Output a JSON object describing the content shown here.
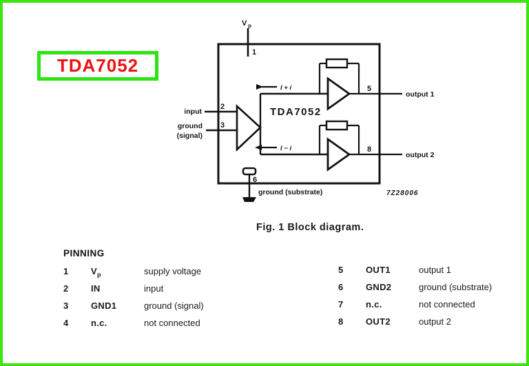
{
  "frame": {
    "border_color": "#3ce50e",
    "background": "#ffffff"
  },
  "title_box": {
    "label": "TDA7052",
    "text_color": "#ee1111",
    "border_color": "#2ee314"
  },
  "diagram": {
    "supply_label_main": "V",
    "supply_label_sub": "p",
    "pin1": "1",
    "pin2": "2",
    "pin3": "3",
    "pin5": "5",
    "pin6": "6",
    "pin8": "8",
    "input_label": "input",
    "ground_signal_line1": "ground",
    "ground_signal_line2": "(signal)",
    "ground_substrate_label": "ground (substrate)",
    "chip_label": "TDA7052",
    "current_top": "I + i",
    "current_bottom": "I − i",
    "output1_label": "output 1",
    "output2_label": "output 2",
    "drawing_code": "7Z28006",
    "caption": "Fig. 1  Block diagram."
  },
  "pinning": {
    "title": "PINNING",
    "left": [
      {
        "pin": "1",
        "sym": "V",
        "sub": "p",
        "desc": "supply voltage"
      },
      {
        "pin": "2",
        "sym": "IN",
        "sub": "",
        "desc": "input"
      },
      {
        "pin": "3",
        "sym": "GND1",
        "sub": "",
        "desc": "ground (signal)"
      },
      {
        "pin": "4",
        "sym": "n.c.",
        "sub": "",
        "desc": "not connected"
      }
    ],
    "right": [
      {
        "pin": "5",
        "sym": "OUT1",
        "sub": "",
        "desc": "output 1"
      },
      {
        "pin": "6",
        "sym": "GND2",
        "sub": "",
        "desc": "ground (substrate)"
      },
      {
        "pin": "7",
        "sym": "n.c.",
        "sub": "",
        "desc": "not connected"
      },
      {
        "pin": "8",
        "sym": "OUT2",
        "sub": "",
        "desc": "output 2"
      }
    ]
  }
}
